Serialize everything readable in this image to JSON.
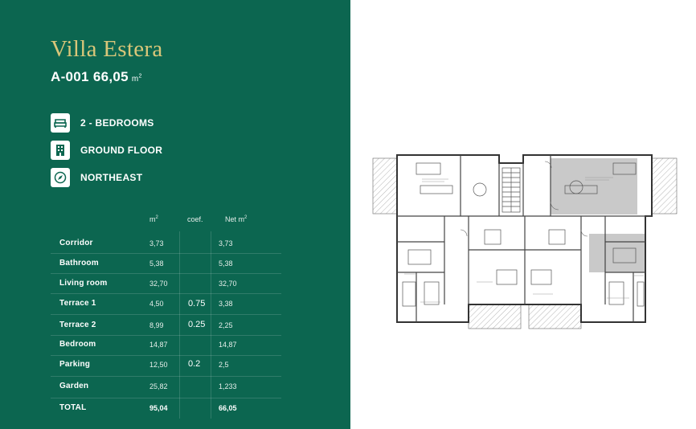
{
  "header": {
    "title": "Villa Estera",
    "unit_code": "A-001 66,05",
    "unit_m": "m",
    "unit_exp": "2"
  },
  "features": [
    {
      "icon": "bed-icon",
      "label": "2 - BEDROOMS"
    },
    {
      "icon": "building-icon",
      "label": "GROUND FLOOR"
    },
    {
      "icon": "compass-icon",
      "label": "NORTHEAST"
    }
  ],
  "table": {
    "headers": {
      "area_m": "m",
      "area_exp": "2",
      "coef": "coef.",
      "net": "Net m",
      "net_exp": "2"
    },
    "rows": [
      {
        "name": "Corridor",
        "area": "3,73",
        "coef": "",
        "net": "3,73"
      },
      {
        "name": "Bathroom",
        "area": "5,38",
        "coef": "",
        "net": "5,38"
      },
      {
        "name": "Living room",
        "area": "32,70",
        "coef": "",
        "net": "32,70"
      },
      {
        "name": "Terrace 1",
        "area": "4,50",
        "coef": "0.75",
        "net": "3,38"
      },
      {
        "name": "Terrace 2",
        "area": "8,99",
        "coef": "0.25",
        "net": "2,25"
      },
      {
        "name": "Bedroom",
        "area": "14,87",
        "coef": "",
        "net": "14,87"
      },
      {
        "name": "Parking",
        "area": "12,50",
        "coef": "0.2",
        "net": "2,5"
      },
      {
        "name": "Garden",
        "area": "25,82",
        "coef": "",
        "net": "1,233"
      },
      {
        "name": "TOTAL",
        "area": "95,04",
        "coef": "",
        "net": "66,05"
      }
    ]
  },
  "colors": {
    "panel": "#0c6650",
    "title_gold": "#d9c679",
    "highlight_unit": "#c9c9c9"
  }
}
